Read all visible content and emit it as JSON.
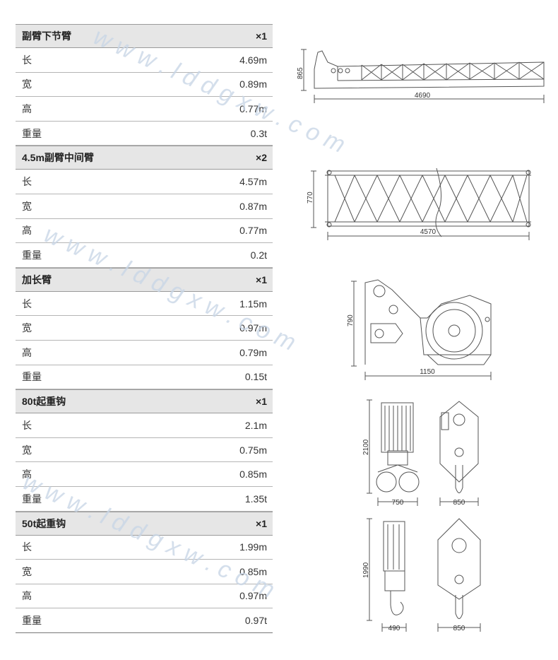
{
  "groups": [
    {
      "title": "副臂下节臂",
      "qty": "×1",
      "rows": [
        {
          "label": "长",
          "value": "4.69m"
        },
        {
          "label": "宽",
          "value": "0.89m"
        },
        {
          "label": "高",
          "value": "0.77m"
        },
        {
          "label": "重量",
          "value": "0.3t"
        }
      ]
    },
    {
      "title": "4.5m副臂中间臂",
      "qty": "×2",
      "rows": [
        {
          "label": "长",
          "value": "4.57m"
        },
        {
          "label": "宽",
          "value": "0.87m"
        },
        {
          "label": "高",
          "value": "0.77m"
        },
        {
          "label": "重量",
          "value": "0.2t"
        }
      ]
    },
    {
      "title": "加长臂",
      "qty": "×1",
      "rows": [
        {
          "label": "长",
          "value": "1.15m"
        },
        {
          "label": "宽",
          "value": "0.97m"
        },
        {
          "label": "高",
          "value": "0.79m"
        },
        {
          "label": "重量",
          "value": "0.15t"
        }
      ]
    },
    {
      "title": "80t起重钩",
      "qty": "×1",
      "rows": [
        {
          "label": "长",
          "value": "2.1m"
        },
        {
          "label": "宽",
          "value": "0.75m"
        },
        {
          "label": "高",
          "value": "0.85m"
        },
        {
          "label": "重量",
          "value": "1.35t"
        }
      ]
    },
    {
      "title": "50t起重钩",
      "qty": "×1",
      "rows": [
        {
          "label": "长",
          "value": "1.99m"
        },
        {
          "label": "宽",
          "value": "0.85m"
        },
        {
          "label": "高",
          "value": "0.97m"
        },
        {
          "label": "重量",
          "value": "0.97t"
        }
      ]
    }
  ],
  "drawings": {
    "d1": {
      "width": "4690",
      "height": "865"
    },
    "d2": {
      "width": "4570",
      "height": "770"
    },
    "d3": {
      "width": "1150",
      "height": "790"
    },
    "d4": {
      "height": "2100",
      "side_width": "750",
      "front_width": "850"
    },
    "d5": {
      "height": "1990",
      "side_width": "490",
      "front_width": "850"
    }
  },
  "watermark": {
    "text": "w w w . l d d g x w . c o m"
  }
}
